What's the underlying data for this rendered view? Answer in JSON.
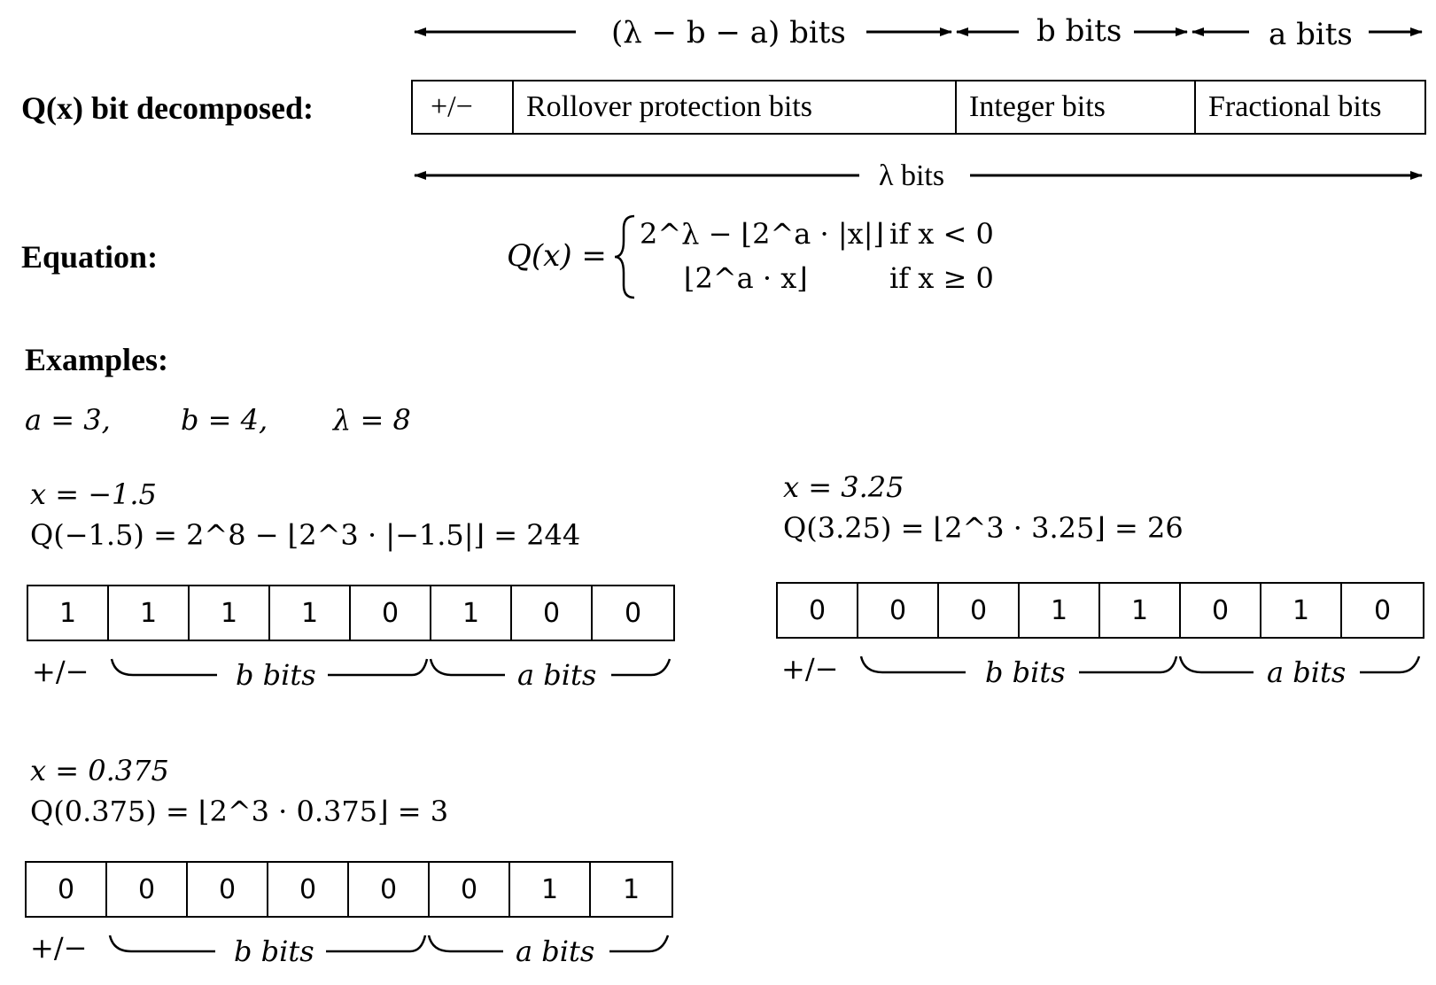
{
  "decomposition": {
    "title": "Q(x) bit decomposed:",
    "fields": [
      "+/−",
      "Rollover protection bits",
      "Integer bits",
      "Fractional bits"
    ],
    "top_spans": [
      "(λ − b − a) bits",
      "b bits",
      "a bits"
    ],
    "bottom_span": "λ bits"
  },
  "equation": {
    "label": "Equation:",
    "lhs": "Q(x) =",
    "case1": "2^λ − ⌊2^a · |x|⌋",
    "cond1": "if x < 0",
    "case2": "⌊2^a · x⌋",
    "cond2": "if x ≥ 0"
  },
  "examples": {
    "label": "Examples:",
    "params": [
      "a = 3,",
      "b = 4,",
      "λ = 8"
    ],
    "items": [
      {
        "x": "x = −1.5",
        "q": "Q(−1.5) = 2^8 − ⌊2^3 · |−1.5|⌋ = 244",
        "bits": [
          "1",
          "1",
          "1",
          "1",
          "0",
          "1",
          "0",
          "0"
        ]
      },
      {
        "x": "x = 3.25",
        "q": "Q(3.25) = ⌊2^3 · 3.25⌋ = 26",
        "bits": [
          "0",
          "0",
          "0",
          "1",
          "1",
          "0",
          "1",
          "0"
        ]
      },
      {
        "x": "x = 0.375",
        "q": "Q(0.375) = ⌊2^3 · 0.375⌋ = 3",
        "bits": [
          "0",
          "0",
          "0",
          "0",
          "0",
          "0",
          "1",
          "1"
        ]
      }
    ],
    "sign_label": "+/−",
    "b_label": "b bits",
    "a_label": "a bits"
  }
}
